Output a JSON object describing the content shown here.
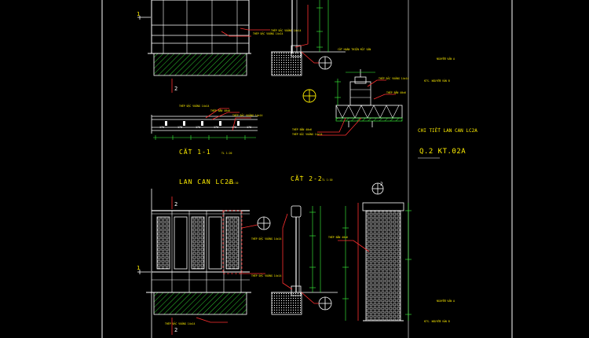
{
  "titles": {
    "section_1_1": "CẮT 1-1",
    "lan_can_lc2b": "LAN CAN LC2B",
    "section_2_2": "CẮT 2-2",
    "chi_tiet_lc2a": "CHI TIẾT LAN CAN LC2A",
    "sheet_ref": "Q.2  KT.02A",
    "scale_1": "TL 1:20",
    "scale_2": "TL 1:10",
    "scale_3": "TL 1:10"
  },
  "notes": {
    "note_top_1": "THÉP ĐẶC VUÔNG 14x14",
    "note_top_2": "THÉP ĐẶC VUÔNG 14x14",
    "note_cot_hoan_thien": "CỐT HOÀN THIỆN MẶT SÀN",
    "note_plan_1": "THÉP ĐẶC VUÔNG 14x14",
    "note_plan_2": "THÉP BẢN 40x6",
    "note_plan_3": "THÉP ĐẶC VUÔNG 14x14",
    "note_detail_1": "THÉP ĐẶC VUÔNG 14x14",
    "note_detail_2": "THÉP BẢN 40x6",
    "note_bottom_1": "THÉP ĐẶC VUÔNG 14x14",
    "note_bottom_2": "THÉP ĐẶC VUÔNG 14x14",
    "note_thep_dac": "THÉP ĐẶC VUÔNG 14x14",
    "note_thep_dac_2": "THÉP ĐẶC VUÔNG 14x14",
    "note_sec": "THÉP BẢN 40x6",
    "right_tag_1": "NGUYỄN VĂN A",
    "right_tag_2": "KTS. NGUYỄN VĂN B",
    "right_tag_3": "NGUYỄN VĂN A",
    "right_tag_4": "KTS. NGUYỄN VĂN B"
  },
  "dims": {
    "plan": [
      "170",
      "170",
      "170",
      "170",
      "170",
      "170"
    ]
  },
  "markers": {
    "cut_1": "1",
    "cut_2": "2",
    "cut_1b": "1",
    "cut_2b": "2",
    "cut_2c": "2",
    "cut_2d": "2"
  },
  "colors": {
    "background": "#000000",
    "frame": "#ffffff",
    "steel": "#ffffff",
    "leader": "#ff3030",
    "dimension": "#3cff3c",
    "text": "#ffee00"
  }
}
